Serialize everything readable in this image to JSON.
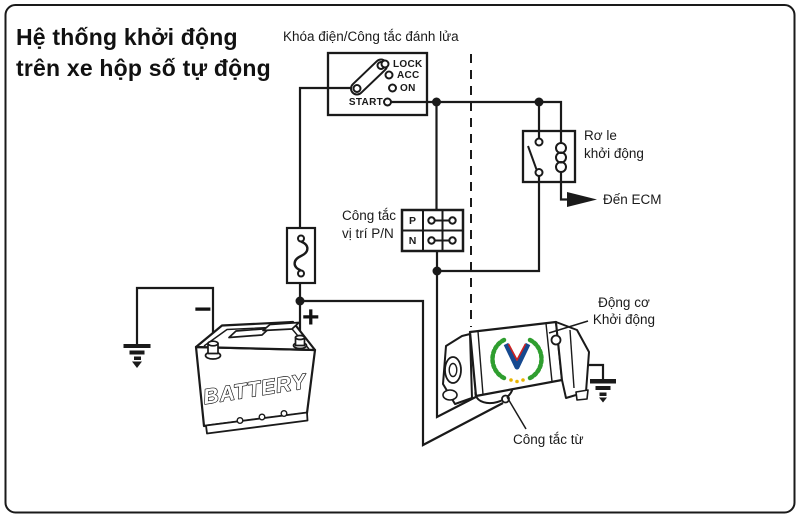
{
  "diagram": {
    "title_line1": "Hệ thống khởi động",
    "title_line2": "trên xe hộp số tự động",
    "ignition": {
      "label": "Khóa điện/Công tắc đánh lửa",
      "positions": {
        "lock": "LOCK",
        "acc": "ACC",
        "on": "ON",
        "start": "START"
      }
    },
    "pn_switch": {
      "label_line1": "Công tắc",
      "label_line2": "vị trí P/N",
      "p": "P",
      "n": "N"
    },
    "relay": {
      "label_line1": "Rơ le",
      "label_line2": "khởi động"
    },
    "ecm": {
      "label": "Đến ECM"
    },
    "starter": {
      "label_line1": "Động cơ",
      "label_line2": "Khởi động"
    },
    "magnetic_switch": {
      "label": "Công tắc từ"
    },
    "battery": {
      "label": "BATTERY",
      "plus": "+",
      "minus": "−"
    },
    "colors": {
      "line": "#1a1a1a",
      "background": "#ffffff",
      "wreath_green": "#2f9e2f",
      "v_blue": "#16498f",
      "v_red": "#cc2222",
      "dot_yellow": "#e8b400"
    }
  }
}
